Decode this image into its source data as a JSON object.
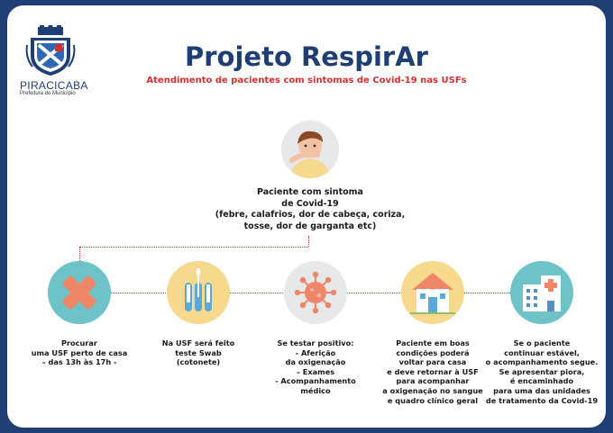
{
  "header": {
    "logo_city": "PIRACICABA",
    "logo_sub": "Prefeitura do Município",
    "title": "Projeto RespirAr",
    "subtitle": "Atendimento de pacientes com sintomas de Covid-19 nas USFs"
  },
  "patient": {
    "icon": "sick-person-icon",
    "text": "Paciente com sintoma\nde Covid-19\n(febre, calafrios, dor de cabeça, coriza,\ntosse, dor de garganta etc)"
  },
  "steps": [
    {
      "icon": "red-cross-icon",
      "color": "#6ec3c8",
      "text": "Procurar\numa USF perto de casa\n– das 13h às 17h -"
    },
    {
      "icon": "swab-tubes-icon",
      "color": "#f7d98e",
      "text": "Na USF será feito\nteste Swab\n(cotonete)"
    },
    {
      "icon": "virus-icon",
      "color": "#e6e8ea",
      "text": "Se testar positivo:\n- Aferição\nda oxigenação\n– Exames\n- Acompanhamento\nmédico"
    },
    {
      "icon": "house-icon",
      "color": "#f7d98e",
      "text": "Paciente em boas\ncondições poderá\nvoltar para casa\ne deve retornar à USF\npara acompanhar\na oxigenação no sangue\ne quadro clínico geral"
    },
    {
      "icon": "hospital-icon",
      "color": "#6ec3c8",
      "text": "Se o paciente\ncontinuar estável,\no acompanhamento segue.\nSe apresentar piora,\né encaminhado\npara uma das unidades\nde tratamento da Covid-19"
    }
  ],
  "colors": {
    "navy": "#1f3e74",
    "red": "#d62f2f",
    "teal": "#6ec3c8",
    "yellow": "#f7d98e",
    "grey": "#e6e8ea"
  }
}
